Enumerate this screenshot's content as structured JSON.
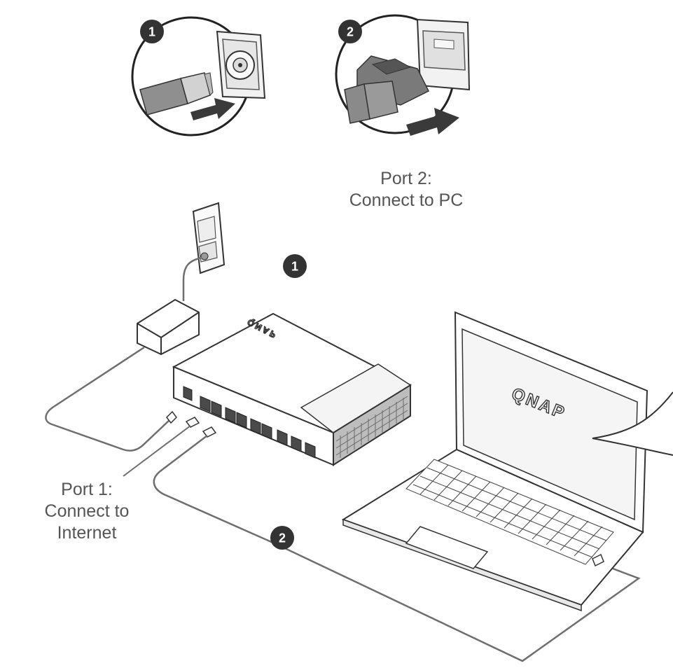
{
  "steps": {
    "power": "1",
    "network": "2"
  },
  "captions": {
    "port2": [
      "Port 2:",
      "Connect to PC"
    ],
    "port1": [
      "Port 1:",
      "Connect to",
      "Internet"
    ]
  },
  "brand": {
    "laptop_screen": "QNAP",
    "switch_top": "QNAP"
  },
  "colors": {
    "badge": "#333333",
    "line": "#6e6e6e",
    "text": "#555555"
  },
  "icons": {
    "power_plug": "dc-plug-icon",
    "ethernet_plug": "rj45-plug-icon",
    "arrow": "right-arrow-icon"
  }
}
